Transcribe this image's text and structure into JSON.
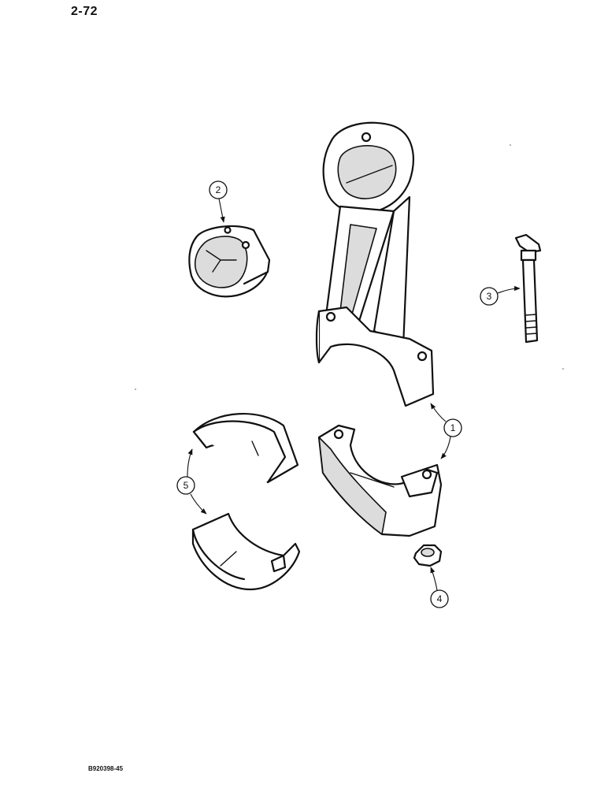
{
  "page": {
    "number": "2-72",
    "figure_code": "B920398-45"
  },
  "callouts": [
    {
      "label": "1",
      "part": "connecting-rod-and-cap"
    },
    {
      "label": "2",
      "part": "small-end-bushing"
    },
    {
      "label": "3",
      "part": "connecting-rod-bolt"
    },
    {
      "label": "4",
      "part": "nut"
    },
    {
      "label": "5",
      "part": "bearing-shells"
    }
  ]
}
